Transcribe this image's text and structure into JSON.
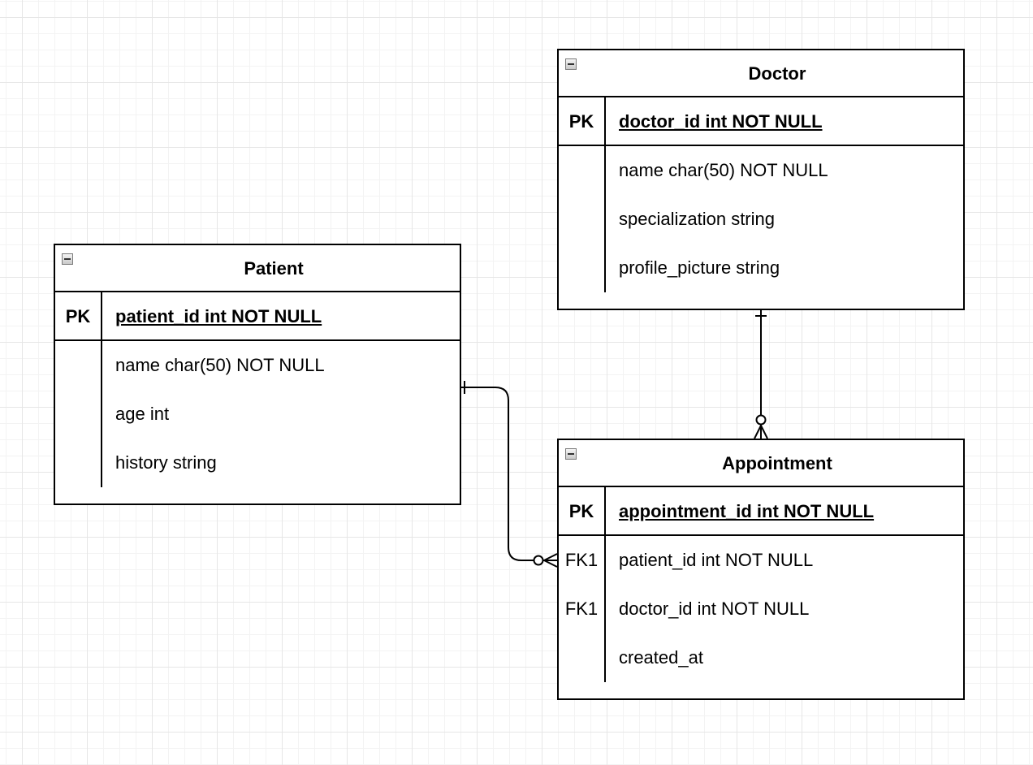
{
  "entities": {
    "doctor": {
      "title": "Doctor",
      "primary_key": {
        "key": "PK",
        "label": "doctor_id int NOT NULL"
      },
      "attributes": [
        {
          "key": "",
          "label": "name char(50) NOT NULL"
        },
        {
          "key": "",
          "label": "specialization string"
        },
        {
          "key": "",
          "label": "profile_picture string"
        }
      ]
    },
    "patient": {
      "title": "Patient",
      "primary_key": {
        "key": "PK",
        "label": "patient_id int NOT NULL"
      },
      "attributes": [
        {
          "key": "",
          "label": "name char(50) NOT NULL"
        },
        {
          "key": "",
          "label": "age int"
        },
        {
          "key": "",
          "label": "history string"
        }
      ]
    },
    "appointment": {
      "title": "Appointment",
      "primary_key": {
        "key": "PK",
        "label": "appointment_id int NOT NULL"
      },
      "attributes": [
        {
          "key": "FK1",
          "label": "patient_id int NOT NULL"
        },
        {
          "key": "FK1",
          "label": "doctor_id int NOT NULL"
        },
        {
          "key": "",
          "label": "created_at"
        }
      ]
    }
  },
  "relationships": [
    {
      "from": "Patient",
      "to": "Appointment",
      "from_cardinality": "one",
      "to_cardinality": "zero-or-many"
    },
    {
      "from": "Doctor",
      "to": "Appointment",
      "from_cardinality": "one",
      "to_cardinality": "zero-or-many"
    }
  ]
}
